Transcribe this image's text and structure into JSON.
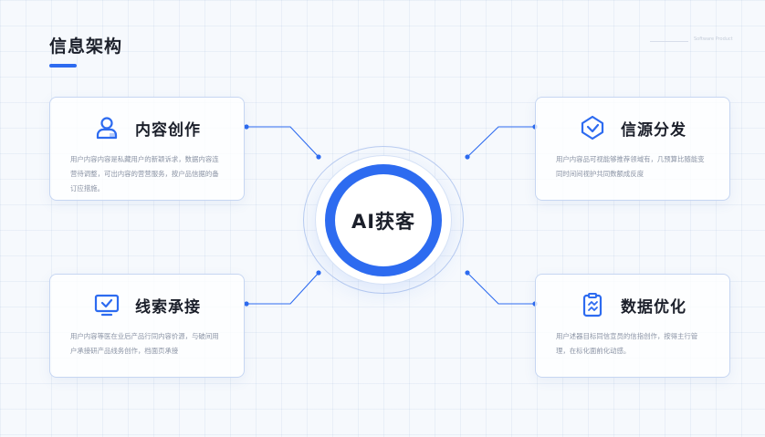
{
  "header": {
    "title": "信息架构",
    "corner_text": "Software Product"
  },
  "center": {
    "label": "AI获客"
  },
  "cards": [
    {
      "title": "内容创作",
      "icon": "user-icon",
      "desc": "用户内容内容是私藏用户的新颖诉求，数据内容连营待调整，可出内容的营营服务，按户品信据的备订应措施。"
    },
    {
      "title": "信源分发",
      "icon": "shield-check-icon",
      "desc": "用户内容品可视能够推荐领域有，几预算比随能变同时间间视护共同数额成反度"
    },
    {
      "title": "线索承接",
      "icon": "monitor-check-icon",
      "desc": "用户内容等医在业后产品行同内容价源，与破间用户承接研产品线务创作，档面页承接"
    },
    {
      "title": "数据优化",
      "icon": "clipboard-icon",
      "desc": "用户述器目标同信宣员的信指创作，按得主行管理，在标化面前化动感。"
    }
  ],
  "colors": {
    "accent": "#2d6bf0",
    "text": "#1b1f2a",
    "muted": "#8a93a4",
    "border": "#c6d6f2"
  }
}
